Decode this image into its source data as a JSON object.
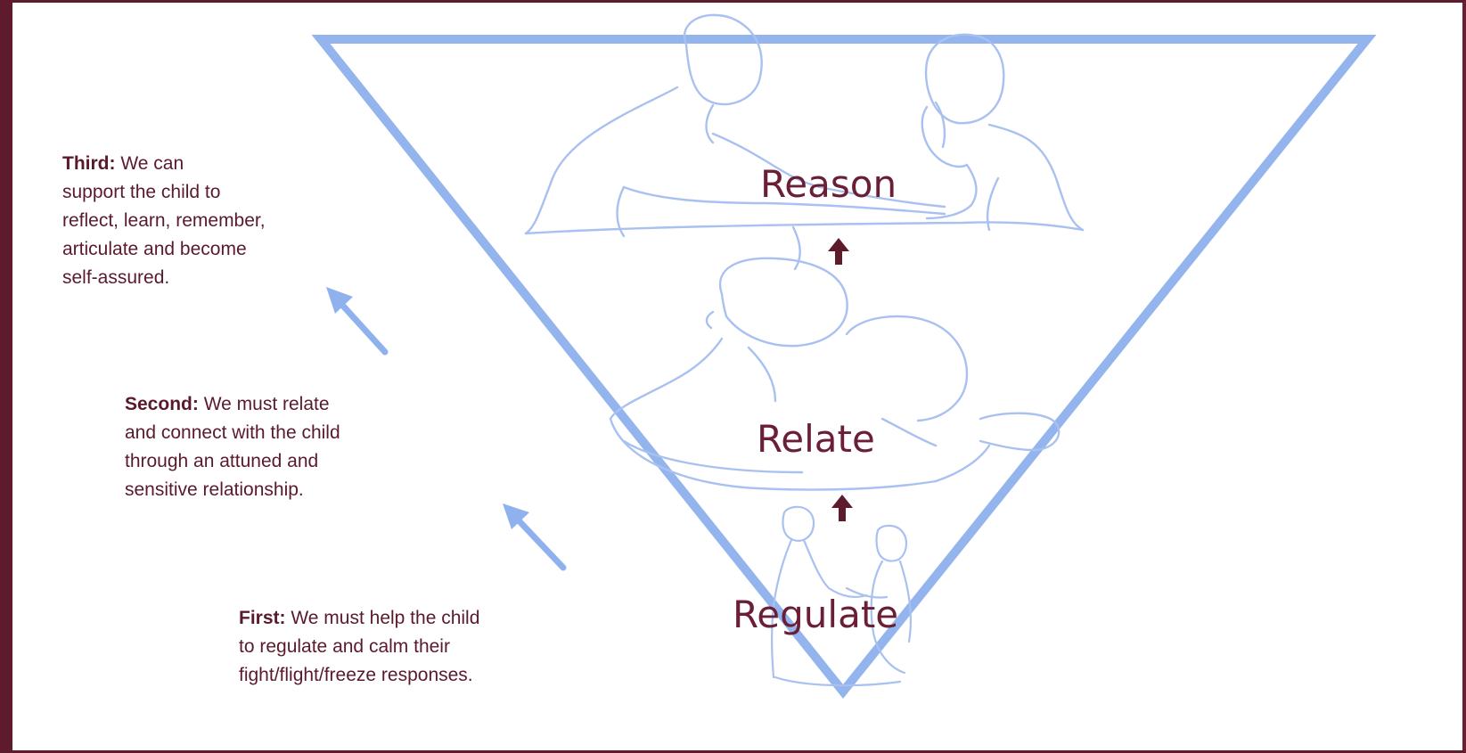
{
  "stages": {
    "reason": "Reason",
    "relate": "Relate",
    "regulate": "Regulate"
  },
  "steps": {
    "third": {
      "lead": "Third:",
      "lines": [
        "We can",
        "support the child to",
        "reflect, learn, remember,",
        "articulate and become",
        "self-assured."
      ]
    },
    "second": {
      "lead": "Second:",
      "lines": [
        "We must relate",
        "and connect with the child",
        "through an attuned and",
        "sensitive relationship."
      ]
    },
    "first": {
      "lead": "First:",
      "lines": [
        "We must help the child",
        "to regulate and calm their",
        "fight/flight/freeze responses."
      ]
    }
  },
  "colors": {
    "triangle": "#94b4ee",
    "figures": "#a9c1f0",
    "text": "#5a1a2c",
    "up_arrow": "#5e1b2c",
    "side_arrow": "#8fb1ee",
    "frame": "#5e1b2c"
  }
}
